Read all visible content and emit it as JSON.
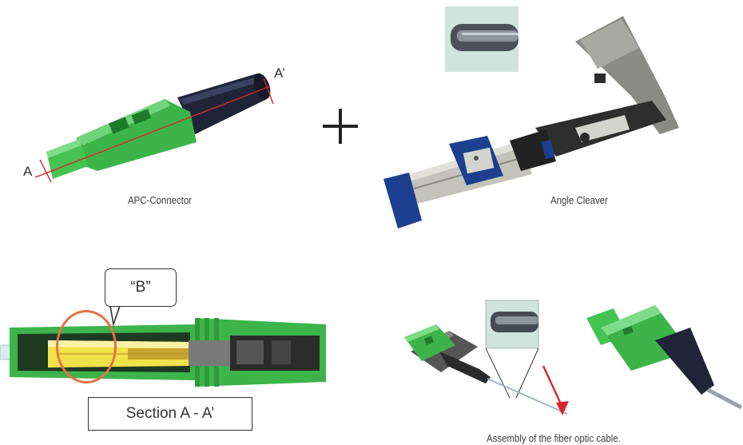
{
  "panels": {
    "connector": {
      "caption": "APC-Connector",
      "label_a": "A",
      "label_a_prime": "A’"
    },
    "plus_symbol": "+",
    "cleaver": {
      "caption": "Angle Cleaver"
    },
    "section": {
      "callout": "“B”",
      "title": "Section A - A’"
    },
    "assembly": {
      "caption": "Assembly of the fiber optic cable."
    }
  },
  "colors": {
    "connector_green": "#3cb44a",
    "connector_dark_green": "#1f7a2c",
    "boot_navy": "#1f2438",
    "cut_line_red": "#d8262c",
    "callout_circle": "#e2734a",
    "cleaver_blue": "#1d3f8f",
    "cleaver_metal": "#b8b8b0",
    "cleaver_gray": "#7b7b7b",
    "inset_bg": "#cfe4dc",
    "section_yellow": "#f1e24a"
  }
}
